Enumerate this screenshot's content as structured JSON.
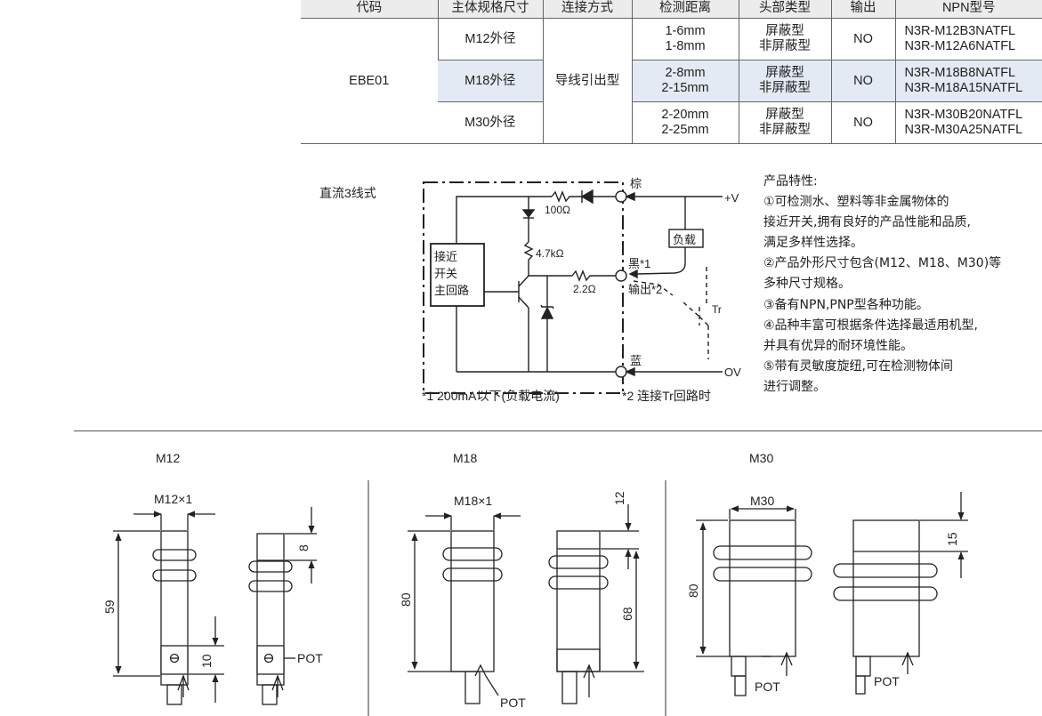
{
  "table": {
    "headers": [
      "代码",
      "主体规格尺寸",
      "连接方式",
      "检测距离",
      "头部类型",
      "输出",
      "NPN型号"
    ],
    "code": "EBE01",
    "connection": "导线引出型",
    "rows": [
      {
        "size": "M12外径",
        "distance": [
          "1-6mm",
          "1-8mm"
        ],
        "head": [
          "屏蔽型",
          "非屏蔽型"
        ],
        "output": "NO",
        "npn": [
          "N3R-M12B3NATFL",
          "N3R-M12A6NATFL"
        ]
      },
      {
        "size": "M18外径",
        "distance": [
          "2-8mm",
          "2-15mm"
        ],
        "head": [
          "屏蔽型",
          "非屏蔽型"
        ],
        "output": "NO",
        "npn": [
          "N3R-M18B8NATFL",
          "N3R-M18A15NATFL"
        ]
      },
      {
        "size": "M30外径",
        "distance": [
          "2-20mm",
          "2-25mm"
        ],
        "head": [
          "屏蔽型",
          "非屏蔽型"
        ],
        "output": "NO",
        "npn": [
          "N3R-M30B20NATFL",
          "N3R-M30A25NATFL"
        ]
      }
    ]
  },
  "circuit": {
    "title": "直流3线式",
    "box_label": [
      "接近",
      "开关",
      "主回路"
    ],
    "r1": "100Ω",
    "r2": "4.7kΩ",
    "r3": "2.2Ω",
    "wire_brown": "棕",
    "wire_black": "黑*1",
    "wire_output": "输出*2",
    "wire_blue": "蓝",
    "vplus": "+V",
    "ov": "OV",
    "load": "负载",
    "tr": "Tr",
    "note1": "*1 200mA以下(负载电流)",
    "note2": "*2 连接Tr回路时"
  },
  "features": {
    "heading": "产品特性:",
    "lines": [
      "①可检测水、塑料等非金属物体的",
      "接近开关,拥有良好的产品性能和品质,",
      "满足多样性选择。",
      "②产品外形尺寸包含(M12、M18、M30)等",
      "多种尺寸规格。",
      "③备有NPN,PNP型各种功能。",
      "④品种丰富可根据条件选择最适用机型,",
      "并具有优异的耐环境性能。",
      "⑤带有灵敏度旋纽,可在检测物体间",
      "进行调整。"
    ]
  },
  "drawings": {
    "m12": {
      "title": "M12",
      "thread": "M12×1",
      "length": "59",
      "head": "8",
      "pot_len": "10",
      "pot": "POT"
    },
    "m18": {
      "title": "M18",
      "thread": "M18×1",
      "length": "80",
      "head": "12",
      "body": "68",
      "pot": "POT"
    },
    "m30": {
      "title": "M30",
      "thread": "M30",
      "length": "80",
      "head": "15",
      "pot": "POT"
    }
  }
}
